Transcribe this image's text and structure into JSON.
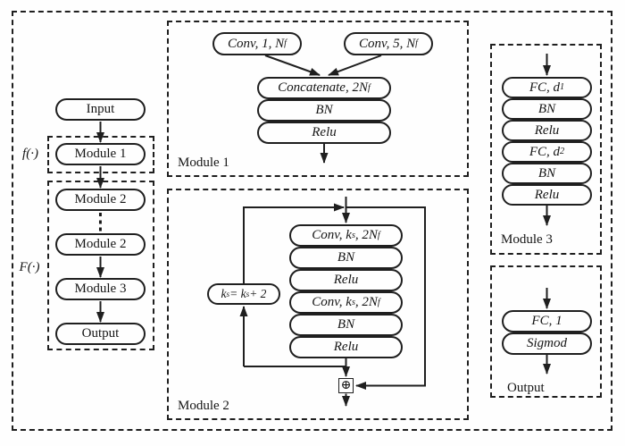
{
  "colors": {
    "line": "#1f1f1f",
    "background": "#fefefe"
  },
  "left_column": {
    "f_label": "f(·)",
    "F_label": "F(·)",
    "ellipsis": "⋮",
    "nodes": {
      "input": "Input",
      "module1": "Module 1",
      "module2_top": "Module 2",
      "module2_bottom": "Module 2",
      "module3": "Module 3",
      "output": "Output"
    }
  },
  "module1_box": {
    "caption": "Module 1",
    "conv1": [
      {
        "t": "Conv, 1, N"
      },
      {
        "t": "f",
        "sub": true
      }
    ],
    "conv5": [
      {
        "t": "Conv, 5, N"
      },
      {
        "t": "f",
        "sub": true
      }
    ],
    "concatenate": [
      {
        "t": "Concatenate, 2N"
      },
      {
        "t": "f",
        "sub": true
      }
    ],
    "bn": "BN",
    "relu": "Relu"
  },
  "module2_box": {
    "caption": "Module 2",
    "conv_a": [
      {
        "t": "Conv, k"
      },
      {
        "t": "s",
        "sub": true
      },
      {
        "t": ", 2N"
      },
      {
        "t": "f",
        "sub": true
      }
    ],
    "bn_a": "BN",
    "relu_a": "Relu",
    "conv_b": [
      {
        "t": "Conv, k"
      },
      {
        "t": "s",
        "sub": true
      },
      {
        "t": ", 2N"
      },
      {
        "t": "f",
        "sub": true
      }
    ],
    "bn_b": "BN",
    "relu_b": "Relu",
    "ks_update": [
      {
        "t": "k"
      },
      {
        "t": "s",
        "sub": true
      },
      {
        "t": " = k"
      },
      {
        "t": "s",
        "sub": true
      },
      {
        "t": " + 2"
      }
    ],
    "sum_symbol": "⊕"
  },
  "module3_box": {
    "caption": "Module 3",
    "fc_d1": [
      {
        "t": "FC, d"
      },
      {
        "t": "1",
        "sub": true
      }
    ],
    "bn_1": "BN",
    "relu_1": "Relu",
    "fc_d2": [
      {
        "t": "FC, d"
      },
      {
        "t": "2",
        "sub": true
      }
    ],
    "bn_2": "BN",
    "relu_2": "Relu"
  },
  "output_box": {
    "caption": "Output",
    "fc_1": "FC, 1",
    "sigmod": "Sigmod"
  }
}
